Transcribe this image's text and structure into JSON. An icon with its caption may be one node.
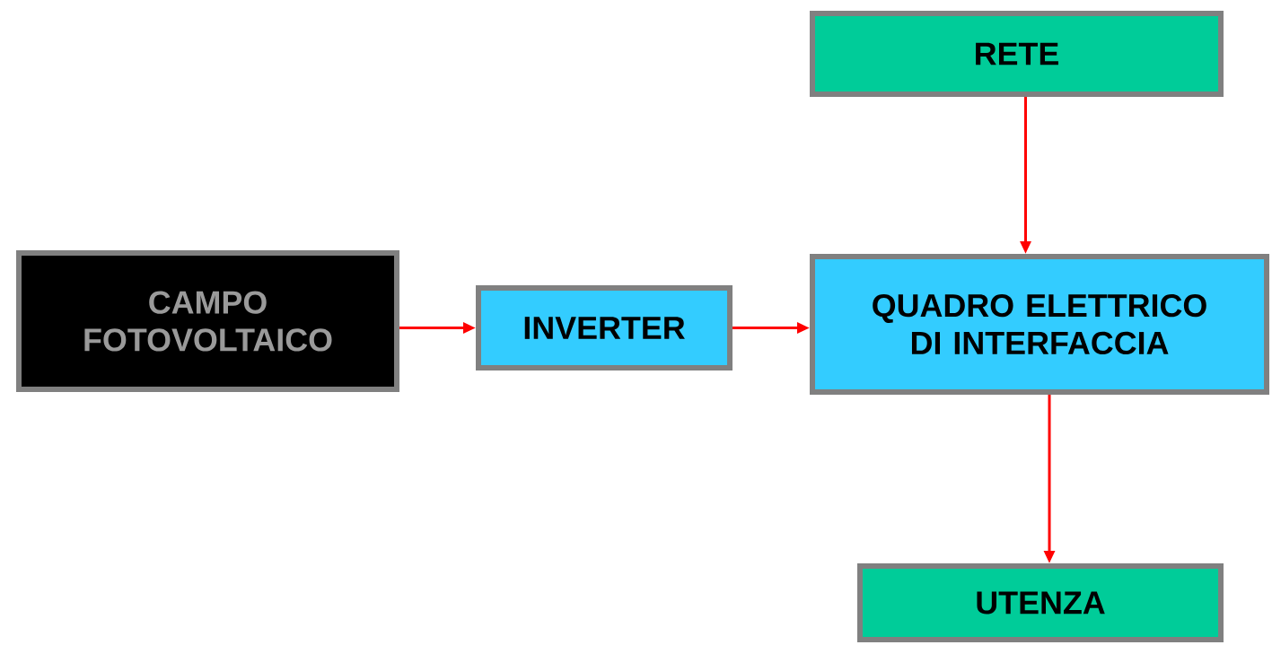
{
  "diagram": {
    "nodes": [
      {
        "text": [
          "CAMPO FOTOVOLTAICO"
        ]
      },
      {
        "text": [
          "INVERTER"
        ]
      },
      {
        "text": [
          "RETE"
        ]
      },
      {
        "text": [
          "QUADRO ELETTRICO DI INTERFACCIA"
        ]
      },
      {
        "text": [
          "UTENZA"
        ]
      }
    ],
    "edges": [
      {
        "from": 0,
        "to": 1,
        "arrow": "to"
      },
      {
        "from": 1,
        "to": 3,
        "arrow": "to"
      },
      {
        "from": 2,
        "to": 3,
        "arrow": "to"
      },
      {
        "from": 3,
        "to": 4,
        "arrow": "to"
      }
    ]
  }
}
